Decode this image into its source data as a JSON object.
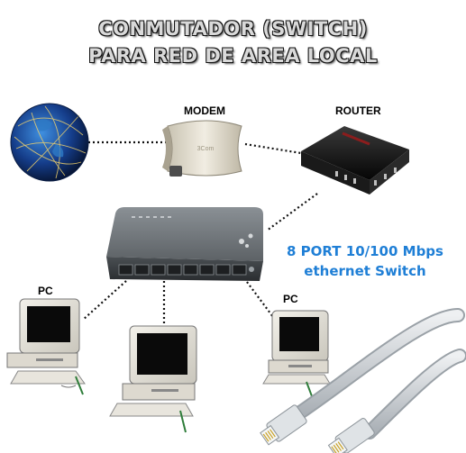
{
  "title": {
    "line1": "CONMUTADOR (SWITCH)",
    "line2": "PARA RED DE AREA LOCAL"
  },
  "labels": {
    "modem": "MODEM",
    "router": "ROUTER",
    "pc_left": "PC",
    "pc_right": "PC"
  },
  "caption": {
    "line1": "8 PORT 10/100 Mbps",
    "line2": "ethernet Switch"
  },
  "colors": {
    "caption": "#1f7fd6",
    "title_fill": "#d9d9d9",
    "title_outline": "#111111",
    "switch_body": "#555a5e",
    "cable": "#cfd4d8"
  },
  "icons": [
    "globe-icon",
    "modem-icon",
    "router-icon",
    "switch-icon",
    "pc-icon",
    "ethernet-cable-icon"
  ]
}
